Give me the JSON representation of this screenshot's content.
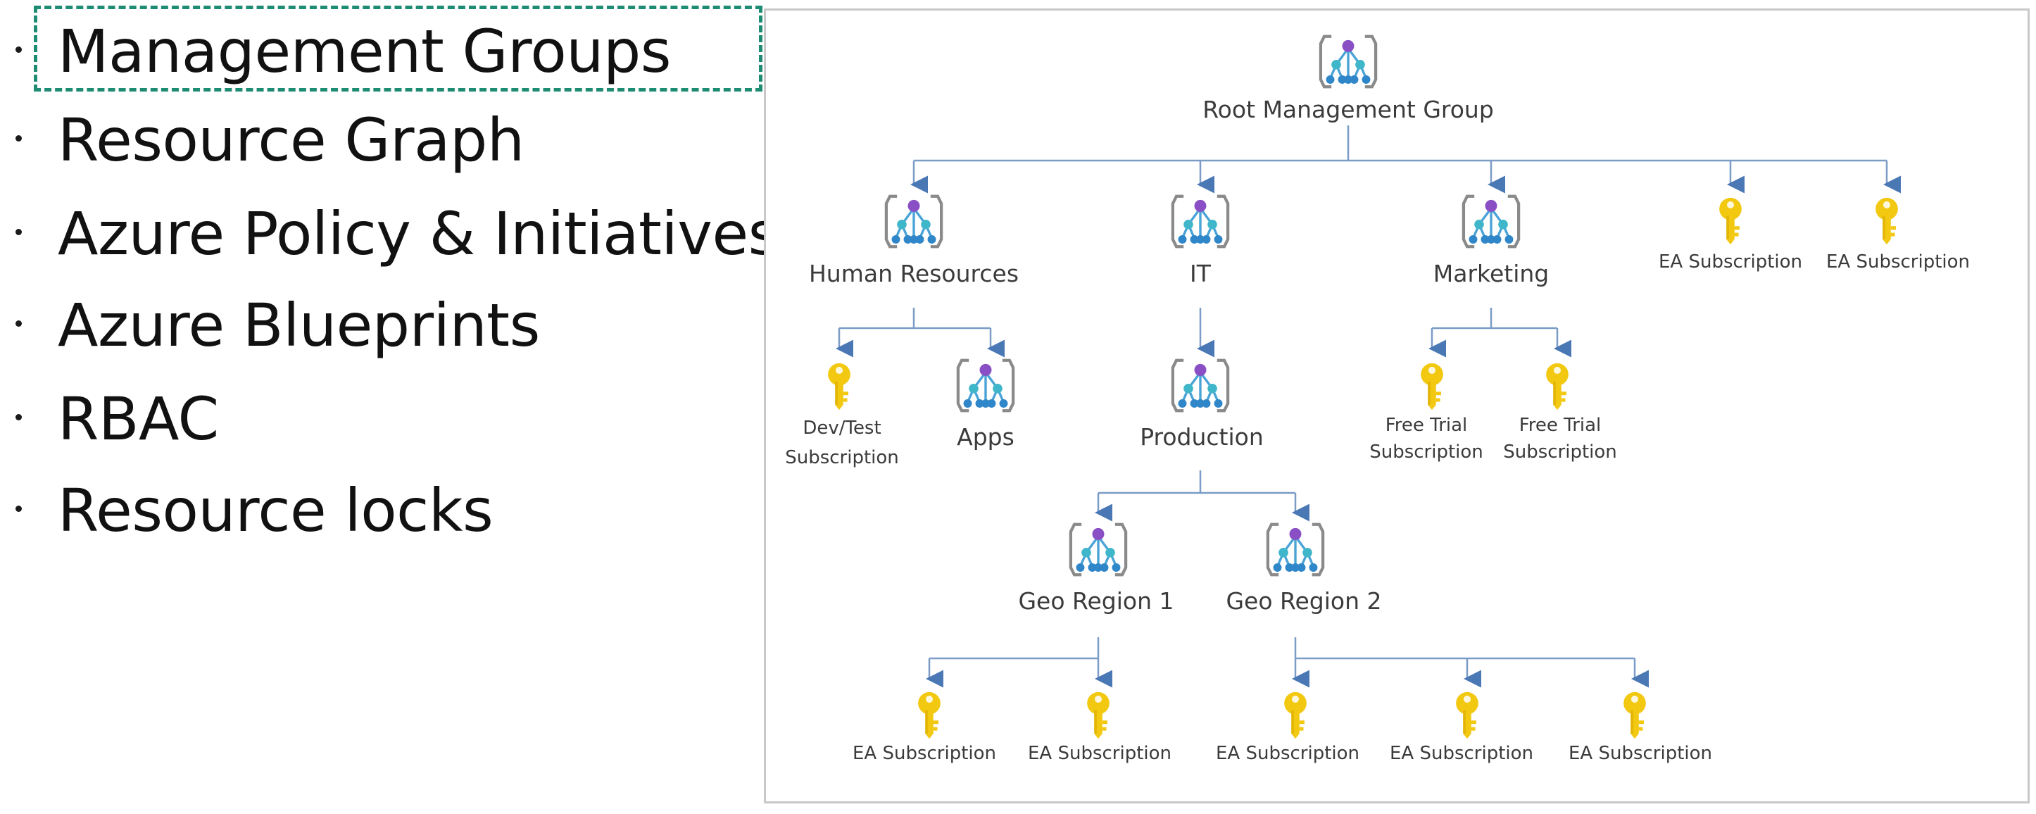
{
  "bullets": {
    "items": [
      "Management Groups",
      "Resource Graph",
      "Azure Policy & Initiatives",
      "Azure Blueprints",
      "RBAC",
      "Resource locks"
    ]
  },
  "diagram": {
    "root": "Root Management Group",
    "level1": {
      "human_resources": "Human Resources",
      "it": "IT",
      "marketing": "Marketing",
      "ea_sub_1": "EA Subscription",
      "ea_sub_2": "EA Subscription"
    },
    "level2": {
      "devtest_line1": "Dev/Test",
      "devtest_line2": "Subscription",
      "apps": "Apps",
      "production": "Production",
      "free_trial_1_line1": "Free Trial",
      "free_trial_1_line2": "Subscription",
      "free_trial_2_line1": "Free Trial",
      "free_trial_2_line2": "Subscription"
    },
    "level3": {
      "geo_region_1": "Geo Region 1",
      "geo_region_2": "Geo Region 2"
    },
    "level4": {
      "ea_sub_a": "EA Subscription",
      "ea_sub_b": "EA Subscription",
      "ea_sub_c": "EA Subscription",
      "ea_sub_d": "EA Subscription",
      "ea_sub_e": "EA Subscription"
    }
  },
  "colors": {
    "highlight_border": "#1e8c72",
    "connector": "#7a9cc6",
    "key_yellow": "#f2c811",
    "mg_purple": "#8a4fc4",
    "mg_teal": "#2fa9c9"
  }
}
